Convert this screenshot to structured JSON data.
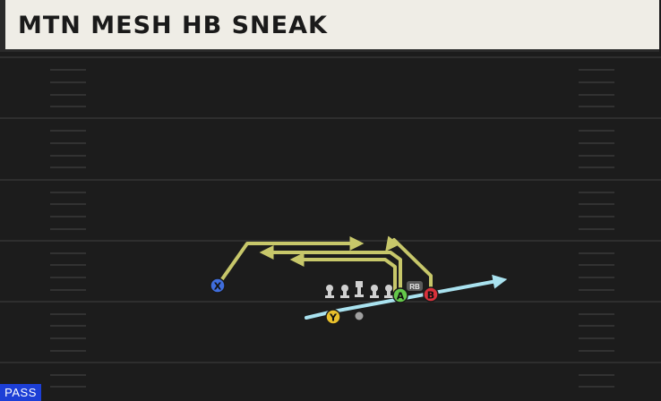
{
  "play": {
    "title": "MTN MESH HB SNEAK",
    "type_badge": "PASS"
  },
  "players": {
    "x_label": "X",
    "a_label": "A",
    "b_label": "B",
    "y_label": "Y",
    "rb_label": "RB"
  },
  "colors": {
    "route": "#c7c76a",
    "motion": "#a9e2ef",
    "x_receiver": "#3f6ddc",
    "a_receiver": "#64c84a",
    "b_receiver": "#d8313b",
    "y_receiver": "#e8c02c",
    "badge": "#1d3fd6",
    "field": "#1c1c1c",
    "title_bar": "#efede6"
  }
}
